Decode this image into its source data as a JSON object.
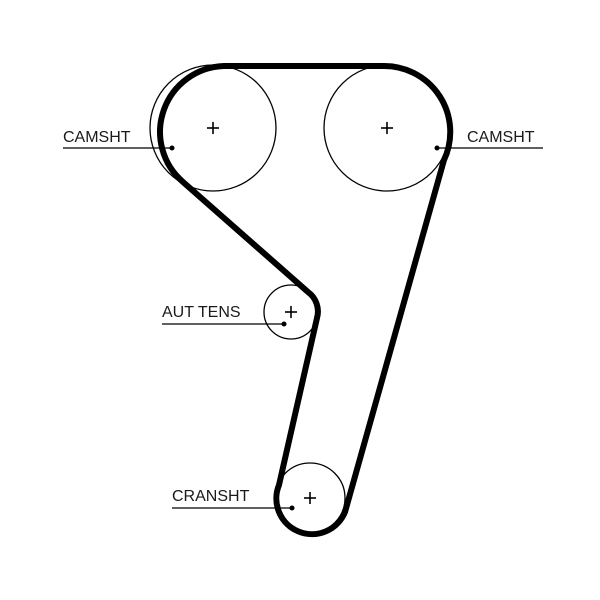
{
  "labels": {
    "camshaft_left": "CAMSHT",
    "camshaft_right": "CAMSHT",
    "tensioner": "AUT TENS",
    "crankshaft": "CRANSHT"
  }
}
